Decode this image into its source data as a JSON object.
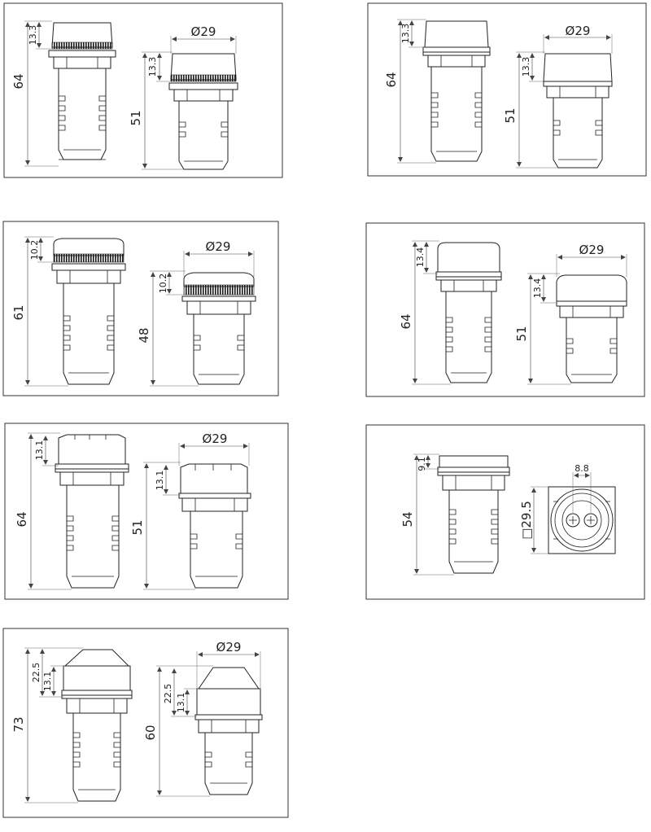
{
  "panels": [
    {
      "side": {
        "total_height": "64",
        "cap_height": "13.3"
      },
      "front": {
        "diameter": "Ø29",
        "cap_height": "13.3",
        "total_height": "51"
      }
    },
    {
      "side": {
        "total_height": "64",
        "cap_height": "13.3"
      },
      "front": {
        "diameter": "Ø29",
        "cap_height": "13.3",
        "total_height": "51"
      }
    },
    {
      "side": {
        "total_height": "61",
        "cap_height": "10.2"
      },
      "front": {
        "diameter": "Ø29",
        "cap_height": "10.2",
        "total_height": "48"
      }
    },
    {
      "side": {
        "total_height": "64",
        "cap_height": "13.4"
      },
      "front": {
        "diameter": "Ø29",
        "cap_height": "13.4",
        "total_height": "51"
      }
    },
    {
      "side": {
        "total_height": "64",
        "cap_height": "13.1"
      },
      "front": {
        "diameter": "Ø29",
        "cap_height": "13.1",
        "total_height": "51"
      }
    },
    {
      "side": {
        "total_height": "54",
        "cap_height": "9.1"
      },
      "rear": {
        "terminal_spacing": "8.8",
        "square_size": "□29.5"
      }
    },
    {
      "side": {
        "total_height": "73",
        "cap_height": "22.5",
        "cap_height_lower": "13.1"
      },
      "front": {
        "diameter": "Ø29",
        "cap_height": "22.5",
        "cap_height_lower": "13.1",
        "total_height": "60"
      }
    }
  ],
  "colors": {
    "line": "#222222",
    "frame": "#333333",
    "knurl": "#1a1a1a"
  }
}
